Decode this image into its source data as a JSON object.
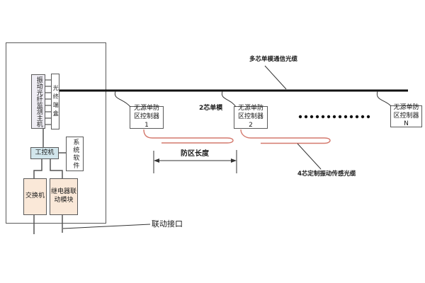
{
  "station": {
    "host": "振动光纤监测主机",
    "terminal": "光终端盒",
    "ipc": "工控机",
    "software": "系统软件",
    "switch": "交换机",
    "relay": "继电器联动模块"
  },
  "controllers": [
    {
      "label": "无源单防区控制器1"
    },
    {
      "label": "无源单防区控制器2"
    },
    {
      "label": "无源单防区控制器N"
    }
  ],
  "labels": {
    "comm_cable": "多芯单模通信光缆",
    "two_core": "2芯单模",
    "sensing_cable": "4芯定制振动传感光缆",
    "zone_length": "防区长度",
    "linkage_port": "联动接口"
  },
  "colors": {
    "cable": "#111111",
    "sensing": "#d4796d",
    "host-fill": "#efedf4",
    "ipc-fill": "#d2e6ec",
    "module-fill": "#fae8d8"
  }
}
